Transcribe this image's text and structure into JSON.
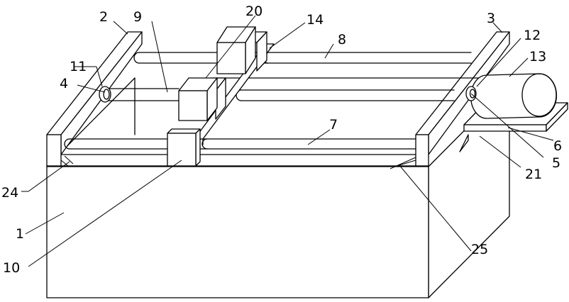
{
  "labels": {
    "l1": "1",
    "l2": "2",
    "l3": "3",
    "l4": "4",
    "l5": "5",
    "l6": "6",
    "l7": "7",
    "l8": "8",
    "l9": "9",
    "l10": "10",
    "l11": "11",
    "l12": "12",
    "l13": "13",
    "l14": "14",
    "l20": "20",
    "l21": "21",
    "l24": "24",
    "l25": "25"
  }
}
